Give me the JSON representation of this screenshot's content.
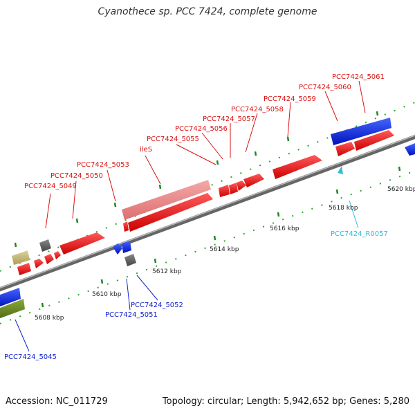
{
  "title": "Cyanothece sp. PCC 7424, complete genome",
  "footer": {
    "accession": "Accession: NC_011729",
    "summary": "Topology: circular; Length: 5,942,652 bp; Genes: 5,280"
  },
  "ticks": [
    "5608 kbp",
    "5610 kbp",
    "5612 kbp",
    "5614 kbp",
    "5616 kbp",
    "5618 kbp",
    "5620 kbp"
  ],
  "gene_labels": {
    "g5045": "PCC7424_5045",
    "g5049": "PCC7424_5049",
    "g5050": "PCC7424_5050",
    "g5051": "PCC7424_5051",
    "g5052": "PCC7424_5052",
    "g5053": "PCC7424_5053",
    "ileS": "ileS",
    "g5055": "PCC7424_5055",
    "g5056": "PCC7424_5056",
    "g5057": "PCC7424_5057",
    "g5058": "PCC7424_5058",
    "g5059": "PCC7424_5059",
    "g5060": "PCC7424_5060",
    "g5061": "PCC7424_5061",
    "r0057": "PCC7424_R0057"
  },
  "colors": {
    "forward_cds": "#ee1111",
    "reverse_cds": "#1122ee",
    "pseudo": "#e88888",
    "other": "#666666",
    "olive": "#6b8a2a",
    "khaki": "#c8bb7a",
    "rna": "#33bbdd",
    "tick": "#228822",
    "backbone": "#888888"
  }
}
